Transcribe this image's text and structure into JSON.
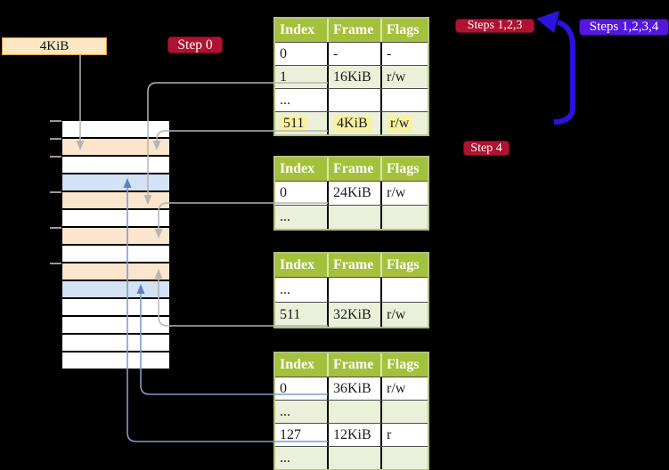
{
  "colors": {
    "background": "#000000",
    "table_header_bg": "#a4c13c",
    "table_header_text": "#ffffff",
    "table_row_white": "#ffffff",
    "table_row_green": "#eaf0d9",
    "table_border": "#b3c17f",
    "highlight_yellow": "#f8f2a0",
    "badge_red": "#b01231",
    "badge_violet": "#5617dd",
    "big_arrow_blue": "#2b13dd",
    "connector_gray": "#b5b5b5",
    "connector_blue": "#7e9ccd",
    "connector_blue_head": "#5d7fc5",
    "mem_free": "#ffffff",
    "mem_table_frame": "#fce5cd",
    "mem_page_frame": "#d3e2f4",
    "frame_label_bg": "#fbe8c2",
    "frame_label_border": "#e89b3e",
    "tick_gray": "#9a9a9a"
  },
  "frame_label": "4KiB",
  "badges": {
    "step0": "Step 0",
    "steps123": "Steps 1,2,3",
    "steps1234": "Steps 1,2,3,4",
    "step4": "Step 4"
  },
  "table_headers": [
    "Index",
    "Frame",
    "Flags"
  ],
  "page_tables": [
    {
      "id": "page-table-1",
      "rows": [
        {
          "index": "0",
          "frame": "-",
          "flags": "-",
          "shade": "white",
          "highlight": false
        },
        {
          "index": "1",
          "frame": "16KiB",
          "flags": "r/w",
          "shade": "green",
          "highlight": false
        },
        {
          "index": "...",
          "frame": "",
          "flags": "",
          "shade": "white",
          "highlight": false
        },
        {
          "index": "511",
          "frame": "4KiB",
          "flags": "r/w",
          "shade": "green",
          "highlight": true
        }
      ]
    },
    {
      "id": "page-table-2",
      "rows": [
        {
          "index": "0",
          "frame": "24KiB",
          "flags": "r/w",
          "shade": "white",
          "highlight": false
        },
        {
          "index": "...",
          "frame": "",
          "flags": "",
          "shade": "green",
          "highlight": false
        }
      ]
    },
    {
      "id": "page-table-3",
      "rows": [
        {
          "index": "...",
          "frame": "",
          "flags": "",
          "shade": "white",
          "highlight": false
        },
        {
          "index": "511",
          "frame": "32KiB",
          "flags": "r/w",
          "shade": "green",
          "highlight": false
        }
      ]
    },
    {
      "id": "page-table-4",
      "rows": [
        {
          "index": "0",
          "frame": "36KiB",
          "flags": "r/w",
          "shade": "white",
          "highlight": false
        },
        {
          "index": "...",
          "frame": "",
          "flags": "",
          "shade": "green",
          "highlight": false
        },
        {
          "index": "127",
          "frame": "12KiB",
          "flags": "r",
          "shade": "white",
          "highlight": false
        },
        {
          "index": "...",
          "frame": "",
          "flags": "",
          "shade": "green",
          "highlight": false
        }
      ]
    }
  ],
  "memory_stack": {
    "rows": [
      "free",
      "table",
      "free",
      "page",
      "table",
      "free",
      "table",
      "free",
      "table",
      "page",
      "free",
      "free",
      "free",
      "free"
    ]
  }
}
